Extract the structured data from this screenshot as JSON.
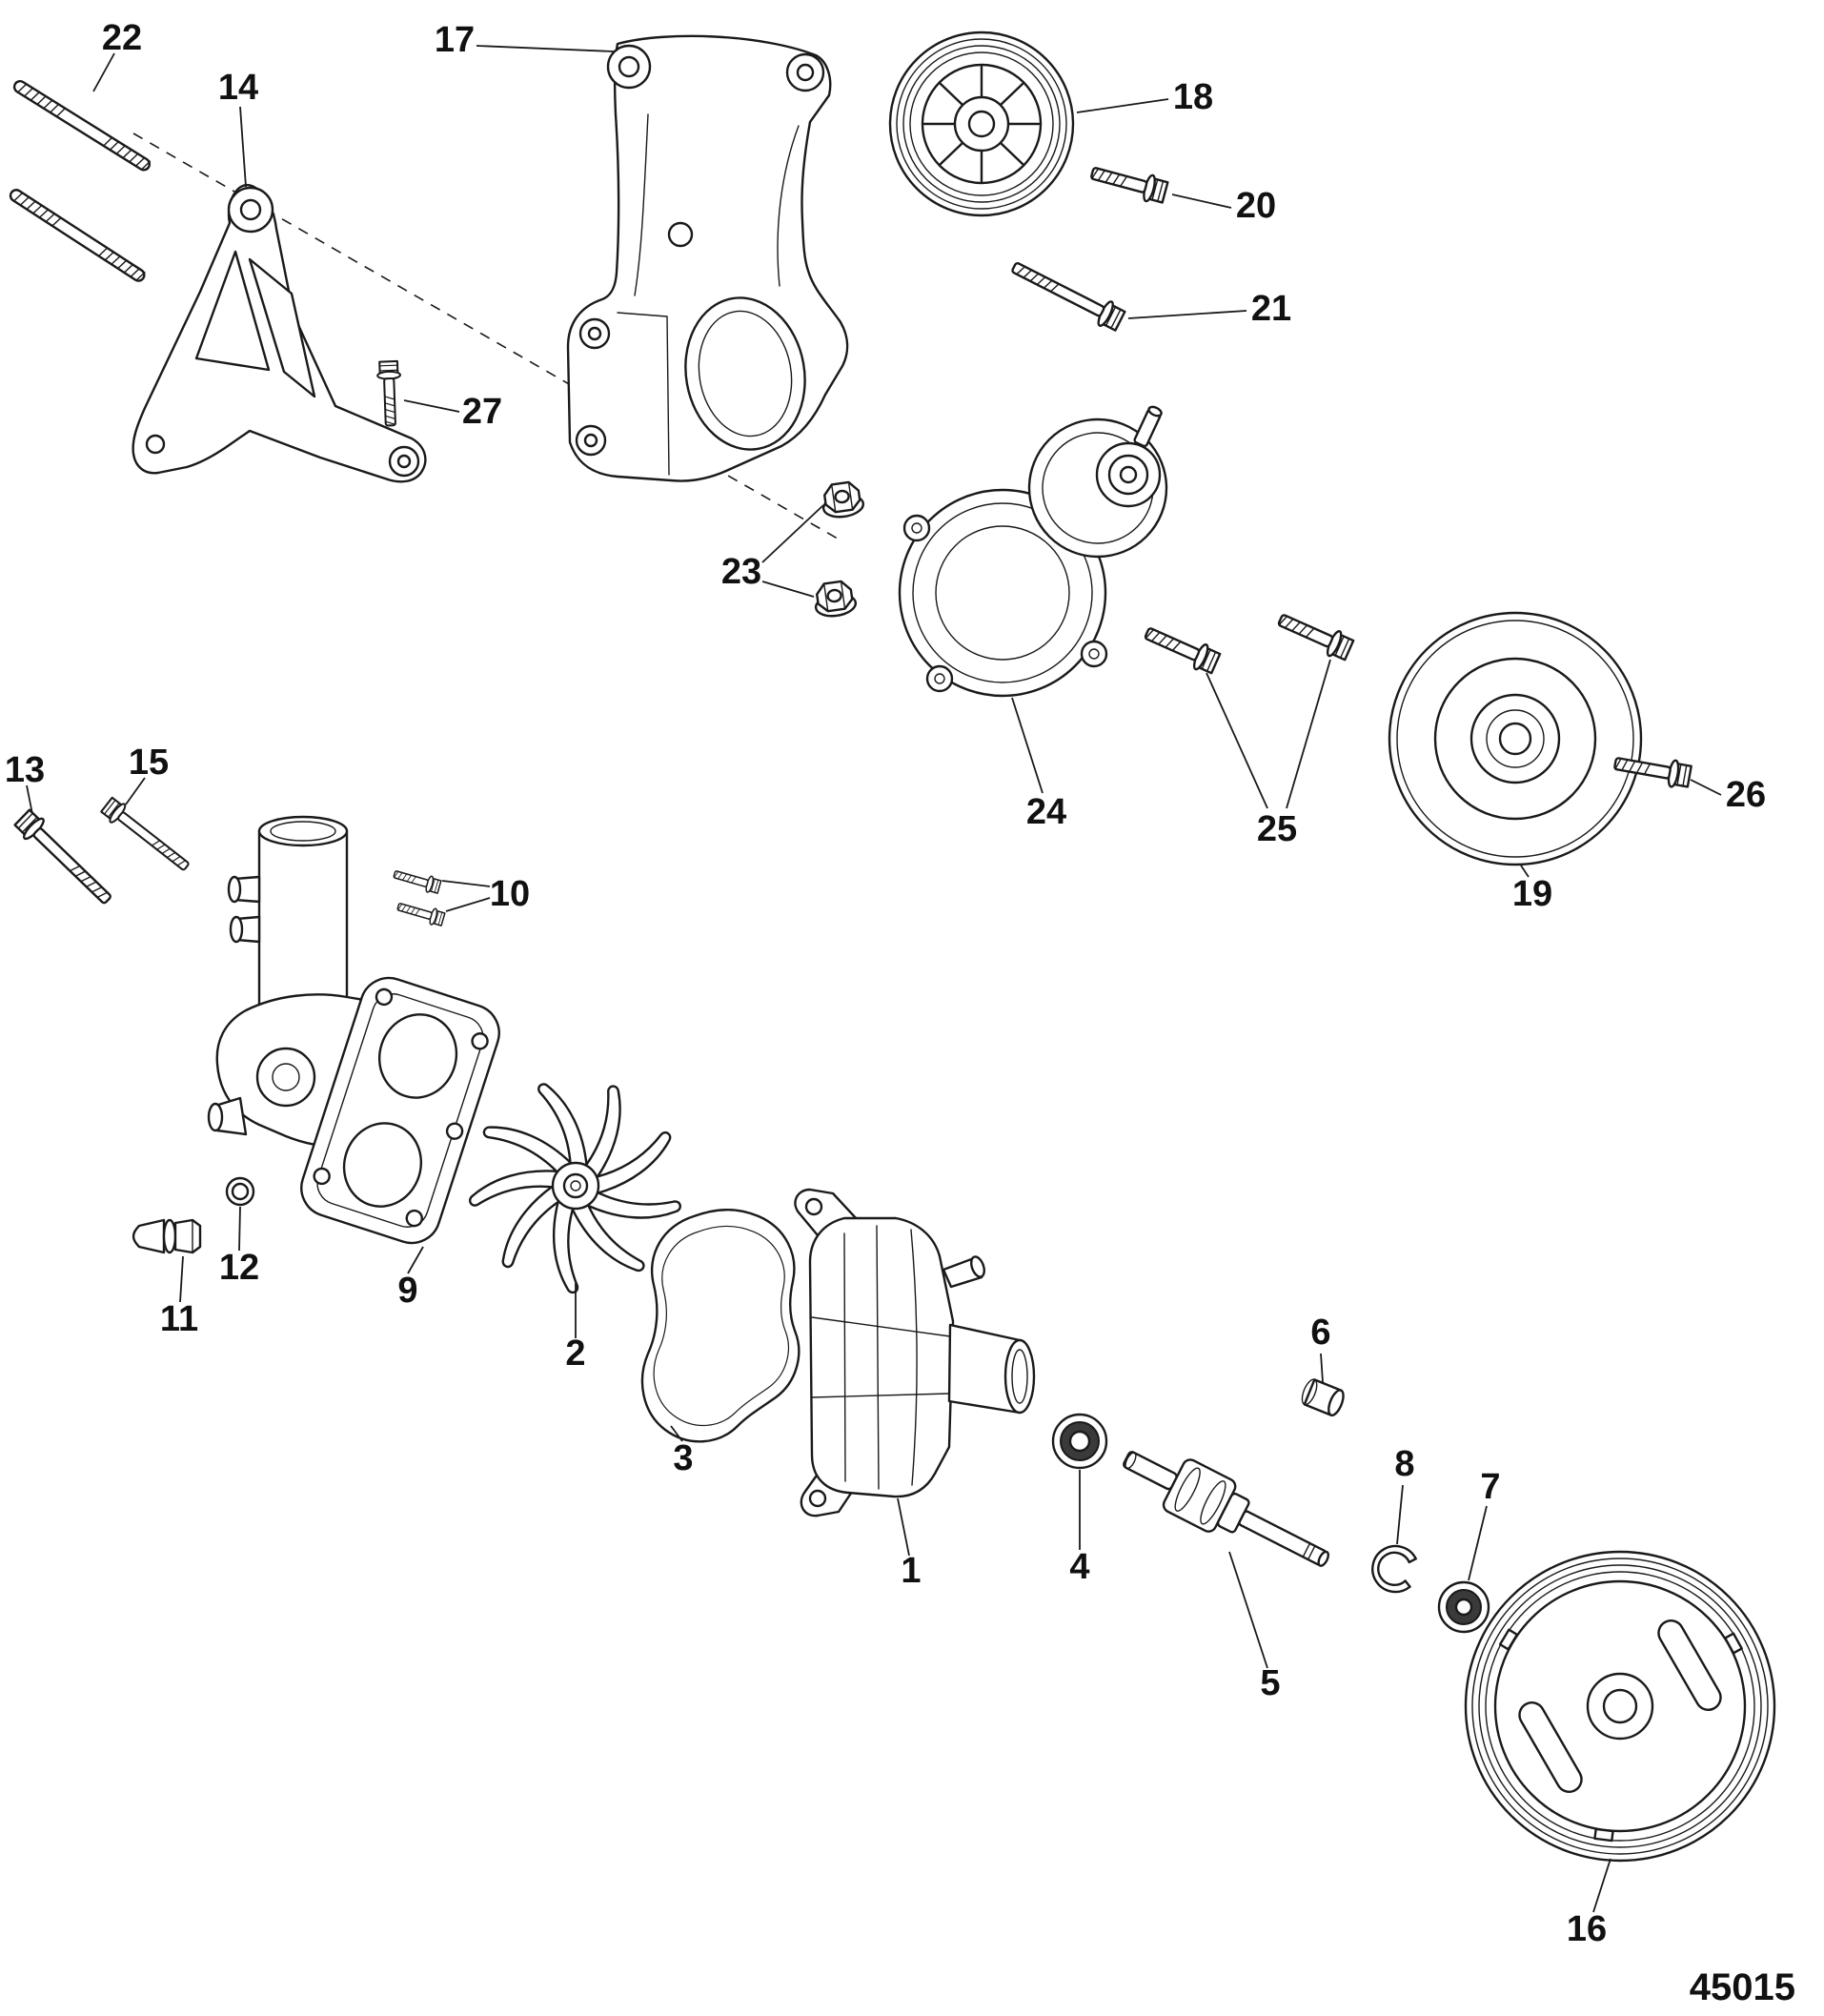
{
  "diagram": {
    "drawing_number": "45015",
    "callouts": {
      "n1": "1",
      "n2": "2",
      "n3": "3",
      "n4": "4",
      "n5": "5",
      "n6": "6",
      "n7": "7",
      "n8": "8",
      "n9": "9",
      "n10": "10",
      "n11": "11",
      "n12": "12",
      "n13": "13",
      "n14": "14",
      "n15": "15",
      "n16": "16",
      "n17": "17",
      "n18": "18",
      "n19": "19",
      "n20": "20",
      "n21": "21",
      "n22": "22",
      "n23": "23",
      "n24": "24",
      "n25": "25",
      "n26": "26",
      "n27": "27"
    }
  },
  "colors": {
    "ink": "#1a1a1a",
    "paper": "#ffffff"
  }
}
